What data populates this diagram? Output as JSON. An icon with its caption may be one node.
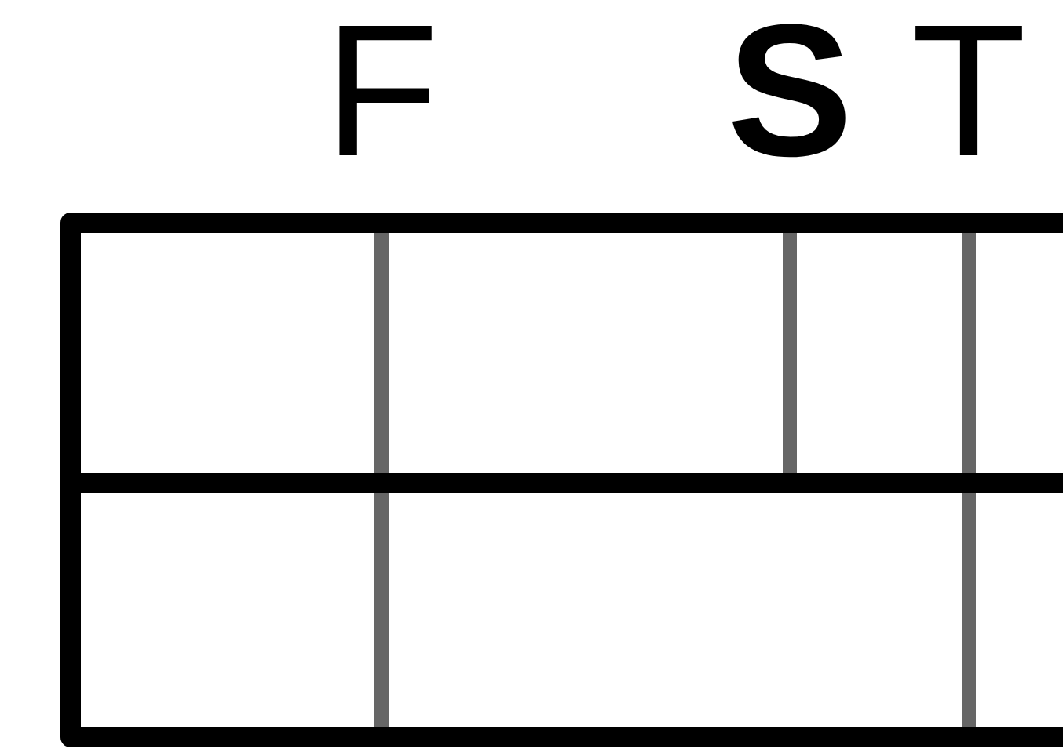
{
  "diagram": {
    "labels": [
      "F",
      "S",
      "T"
    ]
  }
}
